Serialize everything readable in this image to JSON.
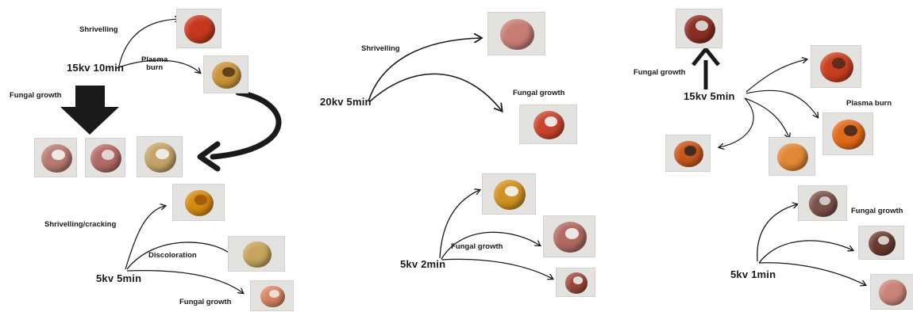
{
  "panels": [
    {
      "condition_top": "15kv 10min",
      "condition_bottom": "5kv 5min",
      "labels": {
        "shrivelling": "Shrivelling",
        "plasma_burn": "Plasma\nburn",
        "fungal_growth_left": "Fungal growth",
        "shrivelling_cracking": "Shrivelling/cracking",
        "discoloration": "Discoloration",
        "fungal_growth_bottom": "Fungal growth"
      }
    },
    {
      "condition_top": "20kv 5min",
      "condition_bottom": "5kv 2min",
      "labels": {
        "shrivelling": "Shrivelling",
        "fungal_growth_top": "Fungal growth",
        "fungal_growth_bottom": "Fungal growth"
      }
    },
    {
      "condition_top": "15kv 5min",
      "condition_bottom": "5kv 1min",
      "labels": {
        "fungal_growth_top": "Fungal growth",
        "plasma_burn": "Plasma burn",
        "fungal_growth_bottom": "Fungal growth"
      }
    }
  ],
  "fruit_photos": [
    {
      "name": "shrivelled-red-fruit",
      "color": "#c5381f",
      "spot": ""
    },
    {
      "name": "plasma-burn-yellow-fruit",
      "color": "#c99438",
      "spot": "#5a3a1c"
    },
    {
      "name": "fungal-pink-fruit-1",
      "color": "#b87a72",
      "spot": "#f2f2ef"
    },
    {
      "name": "fungal-pink-fruit-2",
      "color": "#b26a66",
      "spot": "#e8dcd8"
    },
    {
      "name": "fungal-yellow-fruit",
      "color": "#c4a36a",
      "spot": "#f0f0ec"
    },
    {
      "name": "cracked-amber-fruit",
      "color": "#d48a12",
      "spot": "#a05a08"
    },
    {
      "name": "discolored-yellow-fruit",
      "color": "#c6a55c",
      "spot": ""
    },
    {
      "name": "fungal-orange-fruit-bottom",
      "color": "#d8845f",
      "spot": "#efe6df"
    },
    {
      "name": "shrivelled-pink-fruit",
      "color": "#c77d74",
      "spot": ""
    },
    {
      "name": "fungal-red-fruit-top",
      "color": "#c9442e",
      "spot": "#f3f3f0"
    },
    {
      "name": "fungal-amber-fruit",
      "color": "#d09222",
      "spot": "#f4f4f2"
    },
    {
      "name": "fungal-pink-fruit-large",
      "color": "#b06a62",
      "spot": "#f4f2ef"
    },
    {
      "name": "fungal-brown-fruit-small",
      "color": "#9a4a3a",
      "spot": "#ebeae6"
    },
    {
      "name": "fungal-dark-red-fruit-top",
      "color": "#8a2e24",
      "spot": "#dcdcda"
    },
    {
      "name": "plasma-burn-red-fruit",
      "color": "#c93e20",
      "spot": "#5a2a1c"
    },
    {
      "name": "plasma-burn-orange-fruit",
      "color": "#e06a1a",
      "spot": "#4a2a1a"
    },
    {
      "name": "fungal-orange-fruit-left",
      "color": "#c8561e",
      "spot": "#3a2a22"
    },
    {
      "name": "orange-fruit-small",
      "color": "#e08838",
      "spot": ""
    },
    {
      "name": "fungal-brown-fruit-bottom-1",
      "color": "#7a5048",
      "spot": "#d2d2d0"
    },
    {
      "name": "fungal-dark-fruit-bottom-2",
      "color": "#6a3a30",
      "spot": "#e0dcd6"
    },
    {
      "name": "pink-fruit-bottom",
      "color": "#c98478",
      "spot": ""
    }
  ],
  "colors": {
    "ink": "#1a1a1a",
    "background": "#ffffff",
    "photo_bg": "#e4e2df"
  }
}
